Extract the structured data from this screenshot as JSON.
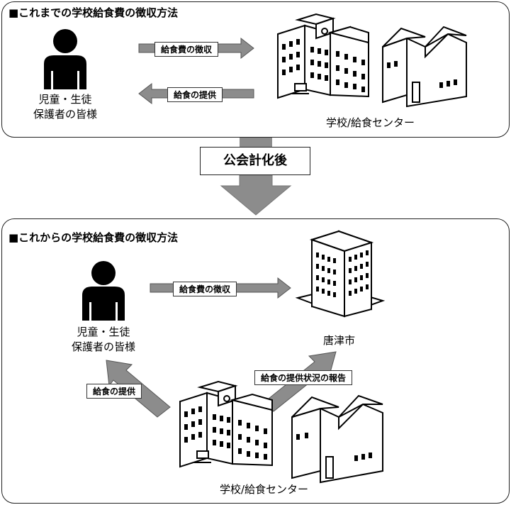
{
  "current": {
    "heading": "■これまでの学校給食費の徴収方法",
    "guardians_label_line1": "児童・生徒",
    "guardians_label_line2": "保護者の皆様",
    "arrow_collect": "給食費の徴収",
    "arrow_provide": "給食の提供",
    "school_label": "学校/給食センター"
  },
  "transition": {
    "label": "公会計化後"
  },
  "future": {
    "heading": "■これからの学校給食費の徴収方法",
    "guardians_label_line1": "児童・生徒",
    "guardians_label_line2": "保護者の皆様",
    "arrow_collect": "給食費の徴収",
    "city_label": "唐津市",
    "arrow_provide": "給食の提供",
    "arrow_report": "給食の提供状況の報告",
    "school_label": "学校/給食センター"
  },
  "colors": {
    "arrow_fill": "#8c8c8c",
    "icon_fill": "#000000",
    "border": "#222222"
  },
  "icons": [
    "person-icon",
    "school-building-icon",
    "factory-icon",
    "office-building-icon"
  ]
}
